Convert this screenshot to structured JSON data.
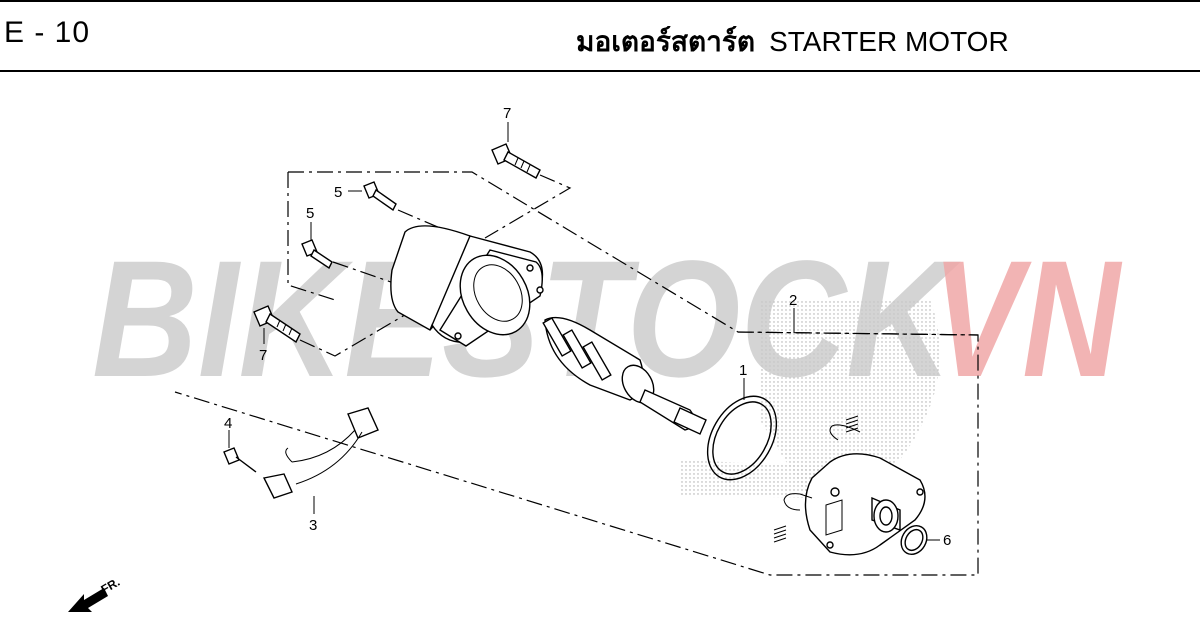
{
  "header": {
    "page_code": "E - 10",
    "title_thai": "มอเตอร์สตาร์ต",
    "title_english": "STARTER MOTOR"
  },
  "watermark": {
    "text_left": "BIKESTOCK",
    "text_right": "VN",
    "color_left": "#c9c9c9",
    "color_right": "#f0a8a8"
  },
  "callouts": {
    "c1": "1",
    "c2": "2",
    "c3": "3",
    "c4": "4",
    "c5a": "5",
    "c5b": "5",
    "c6": "6",
    "c7a": "7",
    "c7b": "7"
  },
  "direction": {
    "label": "FR.",
    "icon": "front-direction-arrow-icon"
  }
}
